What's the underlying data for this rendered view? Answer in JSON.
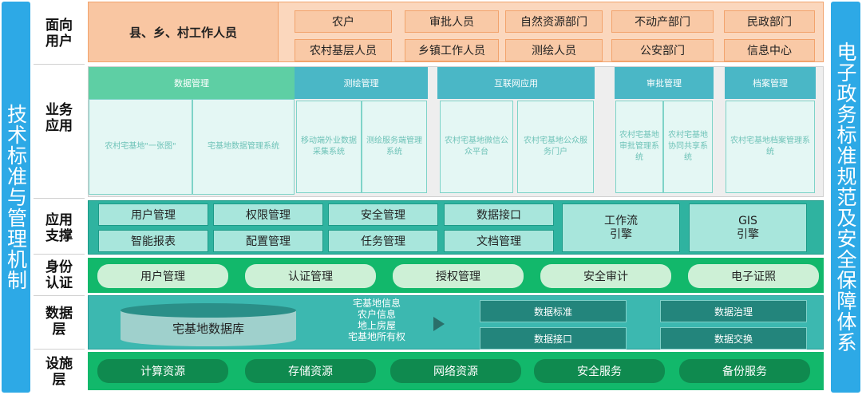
{
  "left_bar": {
    "text": "技术标准与管理机制"
  },
  "right_bar": {
    "text": "电子政务标准规范及安全保障体系"
  },
  "row_labels": {
    "users": "面向\n用户",
    "business": "业务\n应用",
    "support": "应用\n支撑",
    "identity": "身份\n认证",
    "data": "数据\n层",
    "infra": "设施\n层"
  },
  "users": {
    "main": "县、乡、村工作人员",
    "chips": [
      "农户",
      "审批人员",
      "自然资源部门",
      "不动产部门",
      "民政部门",
      "农村基层人员",
      "乡镇工作人员",
      "测绘人员",
      "公安部门",
      "信息中心"
    ]
  },
  "business": {
    "groups": [
      {
        "title": "数据管理",
        "color": "#5ecfa4",
        "items": [
          "农村宅基地\"一张图\"",
          "宅基地数据管理系统"
        ]
      },
      {
        "title": "测绘管理",
        "color": "#4ab7c6",
        "items": [
          "移动端外业数据采集系统",
          "测绘服务端管理系统"
        ]
      },
      {
        "title": "互联网应用",
        "color": "#4ab7c6",
        "items": [
          "农村宅基地微信公众平台",
          "农村宅基地公众服务门户"
        ]
      },
      {
        "title": "审批管理",
        "color": "#4ab7c6",
        "items": [
          "农村宅基地审批管理系统",
          "农村宅基地协同共享系统"
        ]
      },
      {
        "title": "档案管理",
        "color": "#4ab7c6",
        "items": [
          "农村宅基地档案管理系统"
        ]
      }
    ]
  },
  "support": {
    "chips": [
      "用户管理",
      "权限管理",
      "安全管理",
      "数据接口",
      "智能报表",
      "配置管理",
      "任务管理",
      "文档管理"
    ],
    "big": [
      "工作流\n引擎",
      "GIS\n引擎"
    ]
  },
  "identity": {
    "pills": [
      "用户管理",
      "认证管理",
      "授权管理",
      "安全审计",
      "电子证照"
    ]
  },
  "data": {
    "db": "宅基地数据库",
    "info": [
      "宅基地信息",
      "农户信息",
      "地上房屋",
      "宅基地所有权"
    ],
    "chips": [
      "数据标准",
      "数据治理",
      "数据接口",
      "数据交换"
    ]
  },
  "infra": {
    "pills": [
      "计算资源",
      "存储资源",
      "网络资源",
      "安全服务",
      "备份服务"
    ]
  },
  "colors": {
    "side": "#2da9e6",
    "users_bg": "#fbd7bd",
    "support_bg": "#2fb3a0",
    "identity_bg": "#12b86b",
    "data_bg": "#3cb8b0"
  }
}
